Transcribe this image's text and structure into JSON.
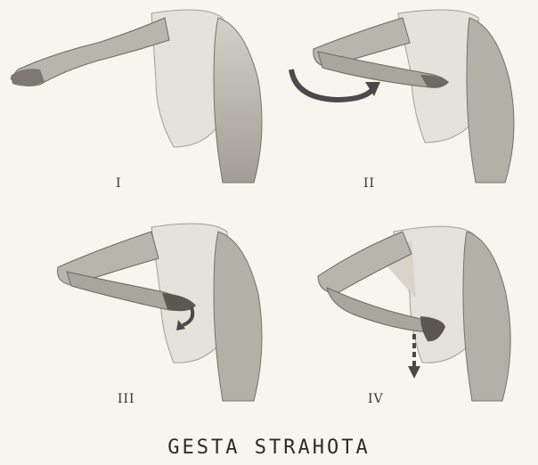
{
  "panels": [
    {
      "numeral": "I"
    },
    {
      "numeral": "II"
    },
    {
      "numeral": "III"
    },
    {
      "numeral": "IV"
    }
  ],
  "caption": "GESTA STRAHOTA",
  "colors": {
    "skin": "#bdbab0",
    "shadow": "#8f8b82",
    "dark": "#555049",
    "arrow": "#4a4a4a",
    "background": "#f7f5ee"
  }
}
